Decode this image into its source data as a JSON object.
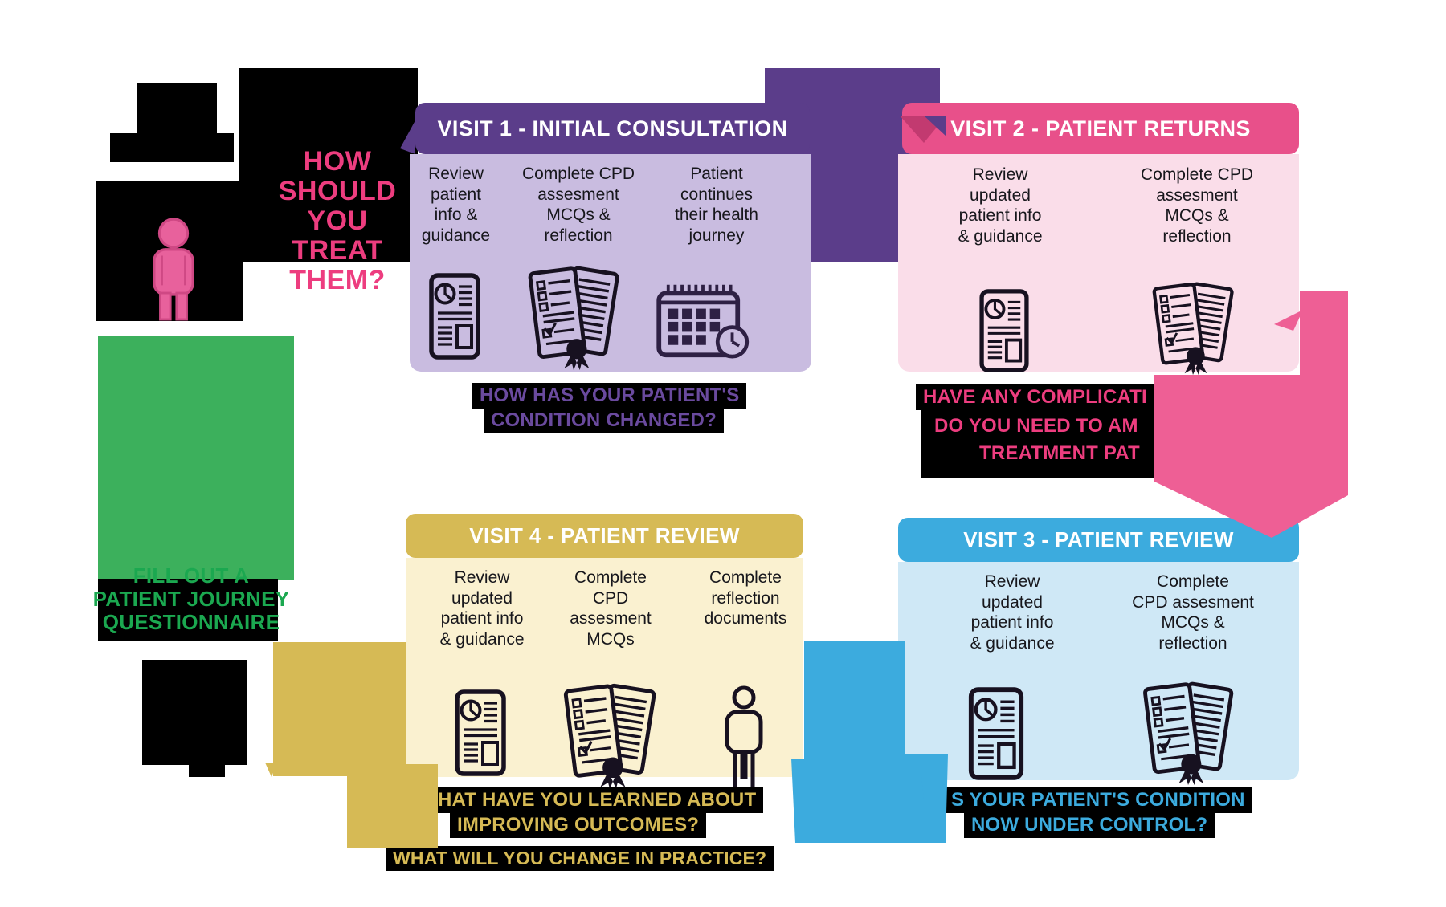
{
  "intro": {
    "treat_question_lines": [
      "HOW",
      "SHOULD",
      "YOU",
      "TREAT",
      "THEM?"
    ],
    "questionnaire_lines": [
      "FILL OUT A",
      "PATIENT JOURNEY",
      "QUESTIONNAIRE"
    ]
  },
  "panels": {
    "visit1": {
      "title": "VISIT 1 - INITIAL CONSULTATION",
      "columns": [
        {
          "icon": "document-icon",
          "lines": [
            "Review",
            "patient",
            "info &",
            "guidance"
          ]
        },
        {
          "icon": "certificate-icon",
          "lines": [
            "Complete CPD",
            "assesment",
            "MCQs &",
            "reflection"
          ]
        },
        {
          "icon": "calendar-icon",
          "lines": [
            "Patient",
            "continues",
            "their health",
            "journey"
          ]
        }
      ],
      "question_lines": [
        "HOW HAS YOUR PATIENT'S",
        "CONDITION CHANGED?"
      ]
    },
    "visit2": {
      "title": "VISIT 2 - PATIENT RETURNS",
      "columns": [
        {
          "icon": "document-icon",
          "lines": [
            "Review",
            "updated",
            "patient info",
            "& guidance"
          ]
        },
        {
          "icon": "certificate-icon",
          "lines": [
            "Complete CPD",
            "assesment",
            "MCQs &",
            "reflection"
          ]
        }
      ],
      "question_lines": [
        "HAVE ANY COMPLICATI",
        "DO YOU NEED TO AM",
        "TREATMENT PAT"
      ]
    },
    "visit3": {
      "title": "VISIT 3 - PATIENT REVIEW",
      "columns": [
        {
          "icon": "document-icon",
          "lines": [
            "Review",
            "updated",
            "patient info",
            "& guidance"
          ]
        },
        {
          "icon": "certificate-icon",
          "lines": [
            "Complete",
            "CPD assesment",
            "MCQs &",
            "reflection"
          ]
        }
      ],
      "question_lines": [
        "S YOUR PATIENT'S CONDITION",
        "NOW UNDER CONTROL?"
      ]
    },
    "visit4": {
      "title": "VISIT 4 - PATIENT REVIEW",
      "columns": [
        {
          "icon": "document-icon",
          "lines": [
            "Review",
            "updated",
            "patient info",
            "& guidance"
          ]
        },
        {
          "icon": "certificate-icon",
          "lines": [
            "Complete",
            "CPD",
            "assesment",
            "MCQs"
          ]
        },
        {
          "icon": "person-icon",
          "lines": [
            "Complete",
            "reflection",
            "documents"
          ]
        }
      ],
      "question_lines": [
        "HAT HAVE YOU LEARNED ABOUT",
        "IMPROVING OUTCOMES?",
        "WHAT WILL YOU CHANGE IN PRACTICE?"
      ]
    }
  },
  "colors": {
    "purple": "#5b3d8a",
    "purple_light": "#c9bce0",
    "question_purple": "#6a4a9e",
    "pink_header": "#e8508a",
    "pink_light": "#fadde9",
    "pink_text": "#ed3d7f",
    "pink_arrow": "#ee5f95",
    "blue": "#3cabde",
    "blue_light": "#cfe8f6",
    "gold": "#d6ba55",
    "gold_light": "#faf1d0",
    "green": "#3cb05c",
    "green_text": "#1ba850",
    "black": "#000000"
  }
}
